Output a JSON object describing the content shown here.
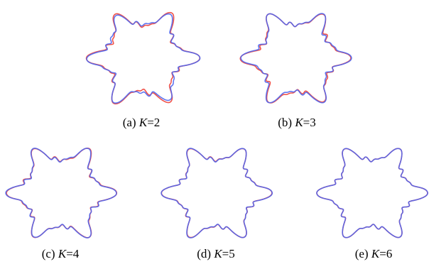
{
  "figure": {
    "panels": [
      {
        "id": "a",
        "label": "(a)",
        "variable": "K",
        "eq": "=",
        "value": "2"
      },
      {
        "id": "b",
        "label": "(b)",
        "variable": "K",
        "eq": "=",
        "value": "3"
      },
      {
        "id": "c",
        "label": "(c)",
        "variable": "K",
        "eq": "=",
        "value": "4"
      },
      {
        "id": "d",
        "label": "(d)",
        "variable": "K",
        "eq": "=",
        "value": "5"
      },
      {
        "id": "e",
        "label": "(e)",
        "variable": "K",
        "eq": "=",
        "value": "6"
      }
    ],
    "colors": {
      "reference_curve": "#f0524a",
      "reconstruction_curve": "#4f66ee"
    },
    "shape": "six-pointed star"
  }
}
